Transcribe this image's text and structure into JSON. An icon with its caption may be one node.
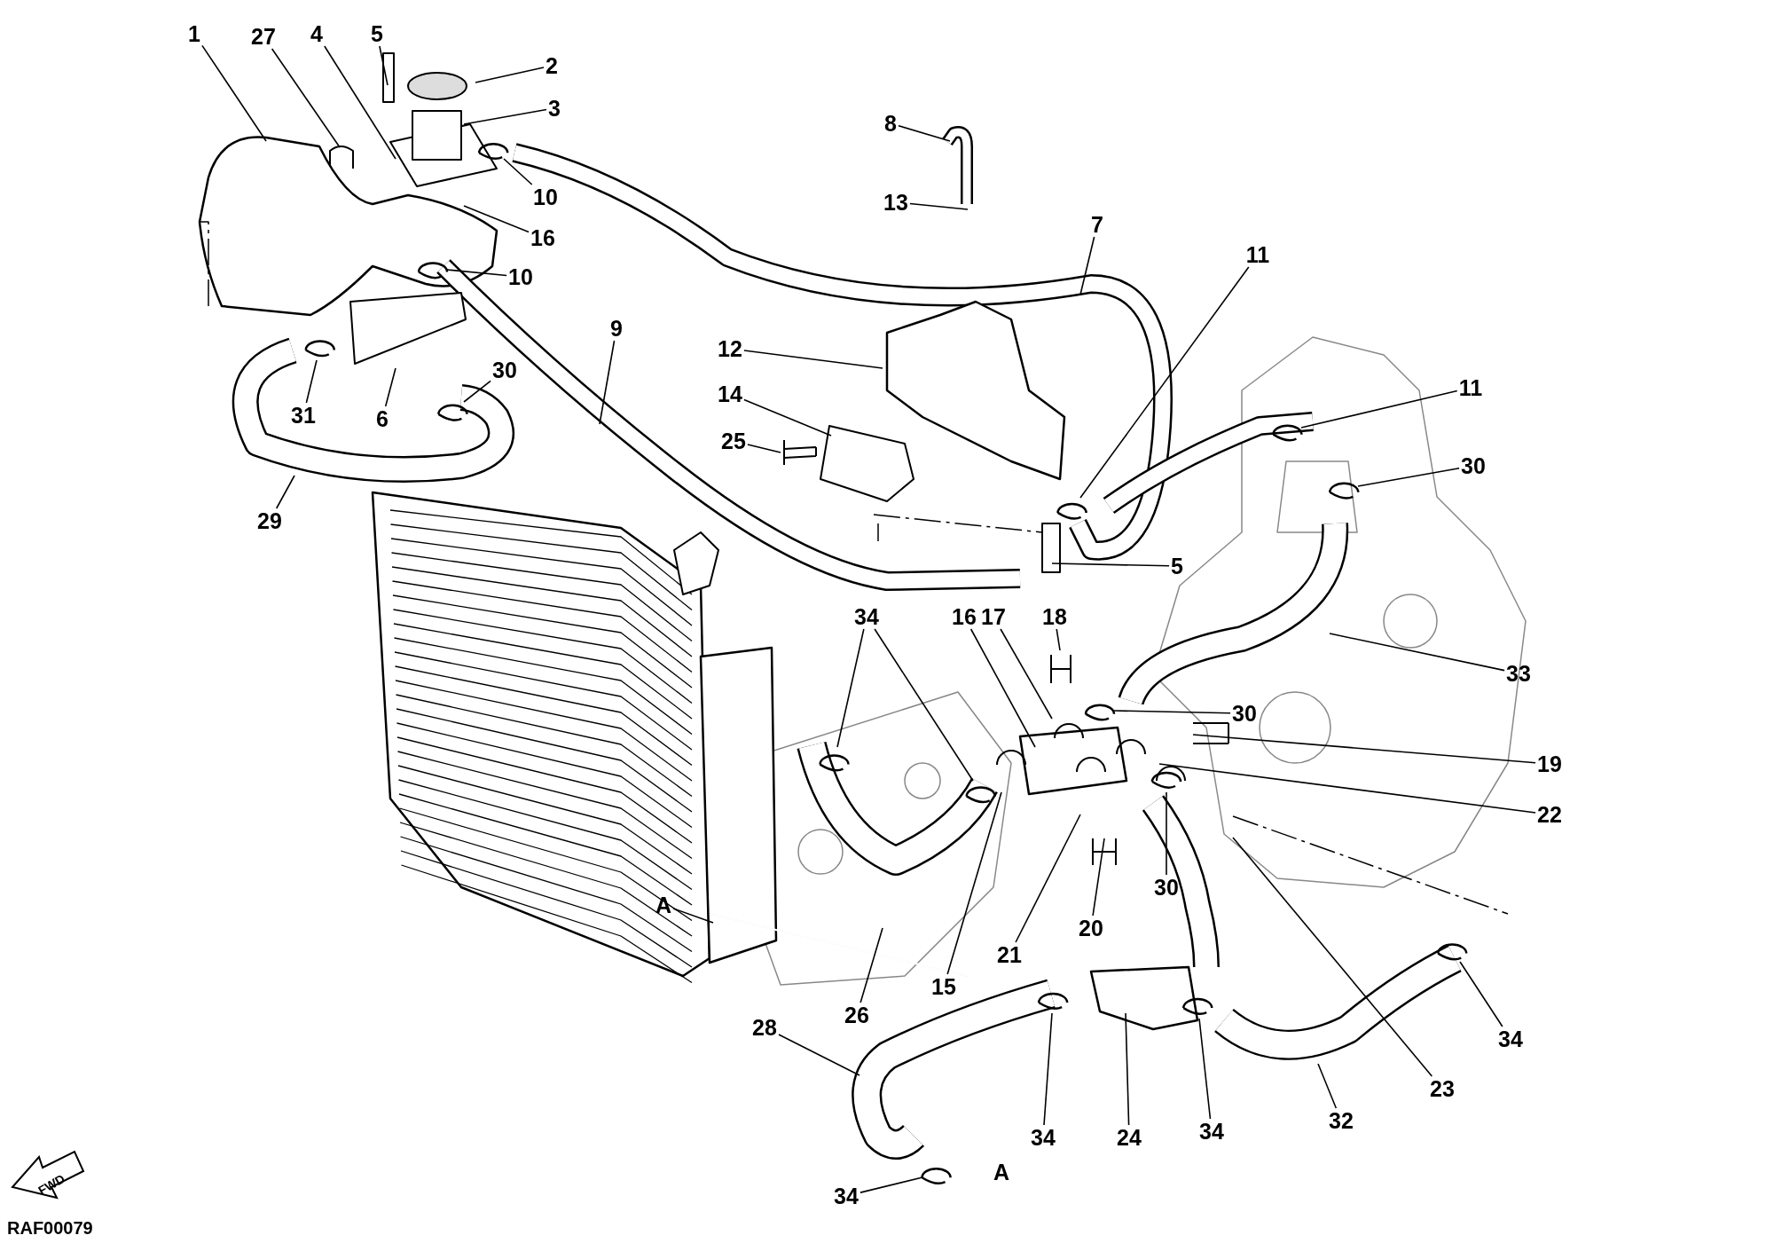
{
  "diagram": {
    "nodes": [
      {
        "text": [
          "1"
        ]
      },
      {
        "text": [
          "27"
        ]
      },
      {
        "text": [
          "4"
        ]
      },
      {
        "text": [
          "5"
        ]
      },
      {
        "text": [
          "2"
        ]
      },
      {
        "text": [
          "3"
        ]
      },
      {
        "text": [
          "10"
        ]
      },
      {
        "text": [
          "16"
        ]
      },
      {
        "text": [
          "10"
        ]
      },
      {
        "text": [
          "8"
        ]
      },
      {
        "text": [
          "13"
        ]
      },
      {
        "text": [
          "7"
        ]
      },
      {
        "text": [
          "11"
        ]
      },
      {
        "text": [
          "12"
        ]
      },
      {
        "text": [
          "14"
        ]
      },
      {
        "text": [
          "9"
        ]
      },
      {
        "text": [
          "30"
        ]
      },
      {
        "text": [
          "31"
        ]
      },
      {
        "text": [
          "6"
        ]
      },
      {
        "text": [
          "25"
        ]
      },
      {
        "text": [
          "11"
        ]
      },
      {
        "text": [
          "30"
        ]
      },
      {
        "text": [
          "29"
        ]
      },
      {
        "text": [
          "5"
        ]
      },
      {
        "text": [
          "34"
        ]
      },
      {
        "text": [
          "16"
        ]
      },
      {
        "text": [
          "17"
        ]
      },
      {
        "text": [
          "18"
        ]
      },
      {
        "text": [
          "33"
        ]
      },
      {
        "text": [
          "30"
        ]
      },
      {
        "text": [
          "19"
        ]
      },
      {
        "text": [
          "22"
        ]
      },
      {
        "text": [
          "A"
        ]
      },
      {
        "text": [
          "30"
        ]
      },
      {
        "text": [
          "20"
        ]
      },
      {
        "text": [
          "21"
        ]
      },
      {
        "text": [
          "15"
        ]
      },
      {
        "text": [
          "26"
        ]
      },
      {
        "text": [
          "28"
        ]
      },
      {
        "text": [
          "34"
        ]
      },
      {
        "text": [
          "23"
        ]
      },
      {
        "text": [
          "32"
        ]
      },
      {
        "text": [
          "34"
        ]
      },
      {
        "text": [
          "24"
        ]
      },
      {
        "text": [
          "34"
        ]
      },
      {
        "text": [
          "34"
        ]
      }
    ],
    "edges": [
      {
        "from": 0,
        "to": null,
        "arrow": "none"
      },
      {
        "from": 1,
        "to": null,
        "arrow": "none"
      },
      {
        "from": 2,
        "to": null,
        "arrow": "none"
      },
      {
        "from": 3,
        "to": null,
        "arrow": "none"
      },
      {
        "from": 4,
        "to": null,
        "arrow": "none"
      },
      {
        "from": 5,
        "to": null,
        "arrow": "none"
      },
      {
        "from": 6,
        "to": null,
        "arrow": "none"
      },
      {
        "from": 7,
        "to": null,
        "arrow": "none"
      },
      {
        "from": 8,
        "to": null,
        "arrow": "none"
      },
      {
        "from": 9,
        "to": null,
        "arrow": "none"
      },
      {
        "from": 10,
        "to": null,
        "arrow": "none"
      },
      {
        "from": 11,
        "to": null,
        "arrow": "none"
      },
      {
        "from": 12,
        "to": null,
        "arrow": "none"
      },
      {
        "from": 13,
        "to": null,
        "arrow": "none"
      },
      {
        "from": 14,
        "to": null,
        "arrow": "none"
      },
      {
        "from": 15,
        "to": null,
        "arrow": "none"
      },
      {
        "from": 16,
        "to": null,
        "arrow": "none"
      },
      {
        "from": 17,
        "to": null,
        "arrow": "none"
      },
      {
        "from": 18,
        "to": null,
        "arrow": "none"
      },
      {
        "from": 19,
        "to": null,
        "arrow": "none"
      },
      {
        "from": 20,
        "to": null,
        "arrow": "none"
      },
      {
        "from": 21,
        "to": null,
        "arrow": "none"
      },
      {
        "from": 22,
        "to": null,
        "arrow": "none"
      },
      {
        "from": 23,
        "to": null,
        "arrow": "none"
      },
      {
        "from": 24,
        "to": null,
        "arrow": "none"
      },
      {
        "from": 24,
        "to": null,
        "arrow": "none"
      },
      {
        "from": 25,
        "to": null,
        "arrow": "none"
      },
      {
        "from": 26,
        "to": null,
        "arrow": "none"
      },
      {
        "from": 27,
        "to": null,
        "arrow": "none"
      },
      {
        "from": 28,
        "to": null,
        "arrow": "none"
      },
      {
        "from": 29,
        "to": null,
        "arrow": "none"
      },
      {
        "from": 30,
        "to": null,
        "arrow": "none"
      },
      {
        "from": 31,
        "to": null,
        "arrow": "none"
      },
      {
        "from": 32,
        "to": null,
        "arrow": "none"
      },
      {
        "from": 33,
        "to": null,
        "arrow": "none"
      },
      {
        "from": 34,
        "to": null,
        "arrow": "none"
      },
      {
        "from": 35,
        "to": null,
        "arrow": "none"
      },
      {
        "from": 36,
        "to": null,
        "arrow": "none"
      },
      {
        "from": 37,
        "to": null,
        "arrow": "none"
      },
      {
        "from": 38,
        "to": null,
        "arrow": "none"
      },
      {
        "from": 39,
        "to": null,
        "arrow": "none"
      },
      {
        "from": 40,
        "to": null,
        "arrow": "none"
      },
      {
        "from": 41,
        "to": null,
        "arrow": "none"
      },
      {
        "from": 42,
        "to": null,
        "arrow": "none"
      },
      {
        "from": 43,
        "to": null,
        "arrow": "none"
      },
      {
        "from": 44,
        "to": null,
        "arrow": "none"
      },
      {
        "from": 45,
        "to": null,
        "arrow": "none"
      }
    ],
    "labels": [
      "A",
      "FWD",
      "RAF00079"
    ]
  }
}
